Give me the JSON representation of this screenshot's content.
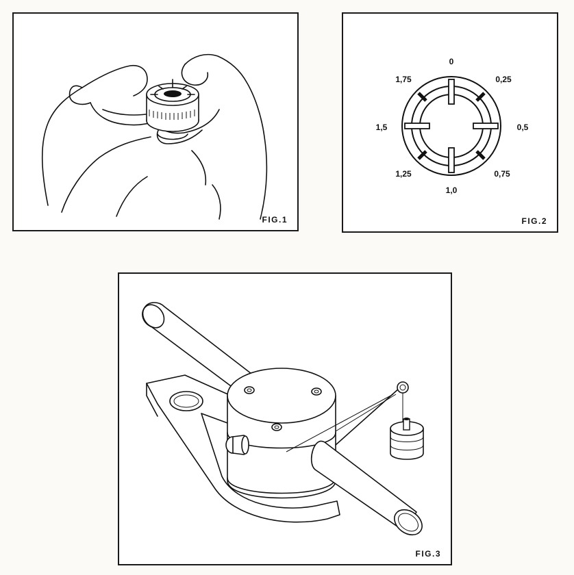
{
  "figures": {
    "fig1": {
      "caption": "FIG.1"
    },
    "fig2": {
      "caption": "FIG.2",
      "scale": [
        "0",
        "0,25",
        "0,5",
        "0,75",
        "1,0",
        "1,25",
        "1,5",
        "1,75"
      ]
    },
    "fig3": {
      "caption": "FIG.3"
    }
  }
}
